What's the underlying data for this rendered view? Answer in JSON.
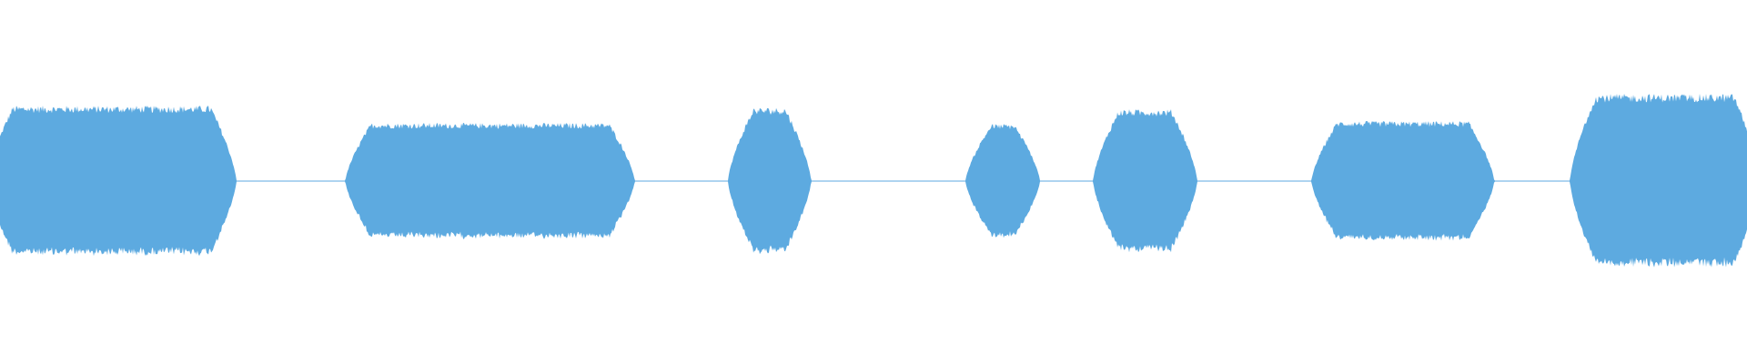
{
  "waveform": {
    "color": "#5daae0",
    "background": "#ffffff",
    "silence_amplitude": 0.005,
    "segments": [
      {
        "start": 0.0,
        "end": 0.128,
        "amplitude": 0.83
      },
      {
        "start": 0.205,
        "end": 0.356,
        "amplitude": 0.64
      },
      {
        "start": 0.424,
        "end": 0.457,
        "amplitude": 0.81
      },
      {
        "start": 0.56,
        "end": 0.588,
        "amplitude": 0.63
      },
      {
        "start": 0.633,
        "end": 0.678,
        "amplitude": 0.79
      },
      {
        "start": 0.758,
        "end": 0.848,
        "amplitude": 0.66
      },
      {
        "start": 0.906,
        "end": 1.0,
        "amplitude": 0.96
      }
    ]
  }
}
